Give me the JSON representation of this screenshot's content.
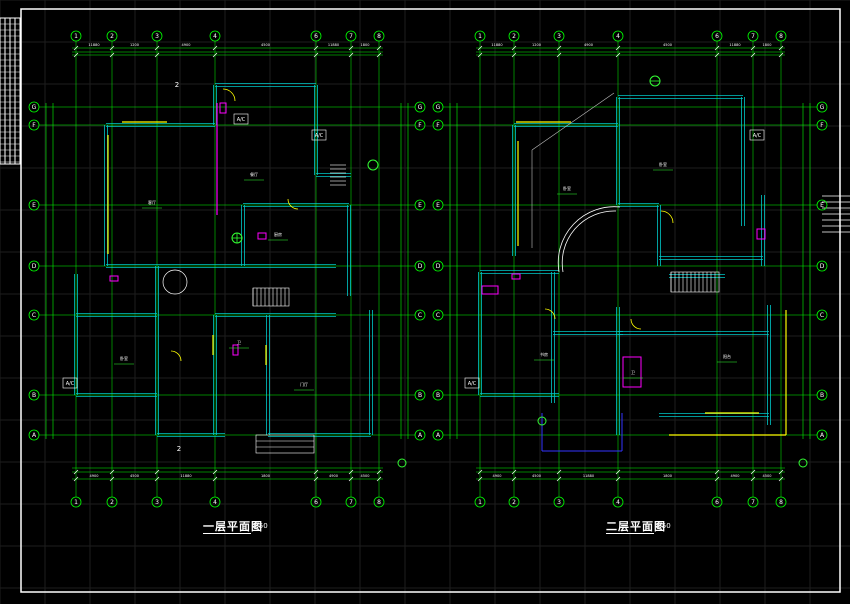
{
  "drawing": {
    "plans": [
      {
        "id": "ground-floor",
        "title": "一层平面图",
        "scale": "1:50",
        "grid_top": [
          "1",
          "2",
          "3",
          "4",
          "6",
          "7",
          "8"
        ],
        "grid_bottom": [
          "1",
          "2",
          "3",
          "4",
          "6",
          "7",
          "8"
        ],
        "grid_left": [
          "G",
          "F",
          "E",
          "D",
          "C",
          "B",
          "A"
        ],
        "grid_right": [
          "G",
          "F",
          "E",
          "D",
          "C",
          "B",
          "A"
        ],
        "stair_marks": [
          "2",
          "2"
        ],
        "ac_labels": [
          "A/C",
          "A/C",
          "A/C"
        ],
        "dims": [
          "11880",
          "1200",
          "4900",
          "4500",
          "11880",
          "1800",
          "4900",
          "4500"
        ],
        "room_tags": [
          "客厅",
          "餐厅",
          "厨房",
          "卧室",
          "卫",
          "门厅"
        ]
      },
      {
        "id": "second-floor",
        "title": "二层平面图",
        "scale": "1:50",
        "grid_top": [
          "1",
          "2",
          "3",
          "4",
          "6",
          "7",
          "8"
        ],
        "grid_bottom": [
          "1",
          "2",
          "3",
          "4",
          "6",
          "7",
          "8"
        ],
        "grid_left": [
          "G",
          "F",
          "E",
          "D",
          "C",
          "B",
          "A"
        ],
        "grid_right": [
          "G",
          "F",
          "E",
          "D",
          "C",
          "B",
          "A"
        ],
        "ac_labels": [
          "A/C",
          "A/C"
        ],
        "dims": [
          "11880",
          "1200",
          "4900",
          "4500",
          "11880",
          "1800",
          "4900",
          "4500"
        ],
        "room_tags": [
          "卧室",
          "卧室",
          "书房",
          "卫",
          "阳台"
        ]
      }
    ],
    "colors": {
      "background": "#000000",
      "grid": "#1e1e1e",
      "frame": "#ffffff",
      "axis": "#00ff00",
      "wall": "#00c8c8",
      "text": "#ffffff",
      "accent_yellow": "#ffff00",
      "accent_magenta": "#ff00ff",
      "accent_blue": "#3333ff",
      "accent_green": "#33ff33"
    }
  }
}
